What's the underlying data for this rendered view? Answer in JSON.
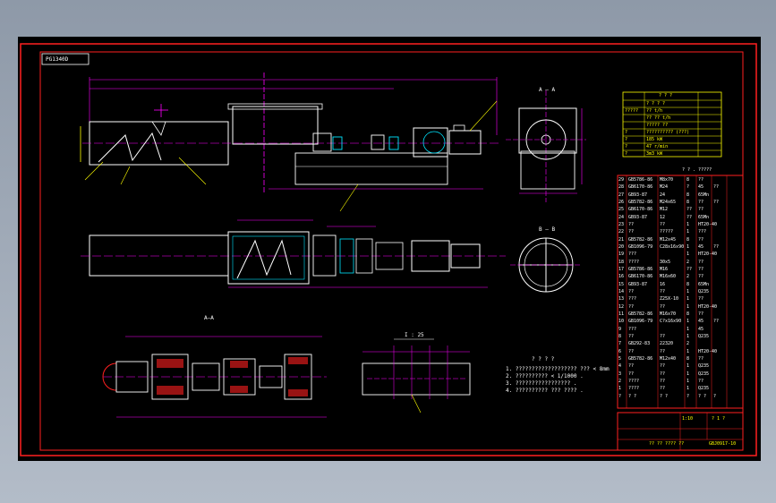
{
  "colors": {
    "background": "#000000",
    "frame": "#ff2020",
    "outline": "#ffffff",
    "dimension": "#ff00ff",
    "annotation": "#ffff00",
    "cyan": "#00e5ff",
    "green": "#00ff66",
    "viewport_bg": "#a8b1bd"
  },
  "drawing": {
    "stamp_label": "PG1340D",
    "section_a": "A — A",
    "section_view_label": "A—A",
    "section_b": "B — B",
    "detail_scale": "I : 25",
    "notes_title": "? ? ? ?",
    "notes": [
      "1. ??????????????????? ??? < 8mm",
      "2. ?????????? < 1/1000 .",
      "3. ????????????????? .",
      "4. ?????????? ??? ???? ."
    ],
    "specs_title": "? ? ?",
    "specs": [
      [
        "",
        "? ? ? ?",
        ""
      ],
      [
        "?????",
        "?? t/h",
        ""
      ],
      [
        "",
        "?? ?? t/h",
        ""
      ],
      [
        "",
        "????? ??",
        ""
      ],
      [
        "?",
        "?????????? (???)",
        ""
      ],
      [
        "?",
        "185 kW",
        ""
      ],
      [
        "?",
        "47 r/min",
        ""
      ],
      [
        "?",
        "3m3 kW",
        ""
      ]
    ],
    "bom_title": "? ? . ?????",
    "bom_rows": [
      [
        "29",
        "GB5786-86",
        "M8x70",
        "8",
        "??",
        ""
      ],
      [
        "28",
        "GB6170-86",
        "M24",
        "?",
        "45",
        "??"
      ],
      [
        "27",
        "GB93-87",
        "24",
        "8",
        "65Mn",
        ""
      ],
      [
        "26",
        "GB5782-86",
        "M24x65",
        "8",
        "??",
        "??"
      ],
      [
        "25",
        "GB6170-86",
        "M12",
        "??",
        "??",
        ""
      ],
      [
        "24",
        "GB93-87",
        "12",
        "??",
        "65Mn",
        ""
      ],
      [
        "23",
        "??",
        "??",
        "1",
        "HT20-40",
        ""
      ],
      [
        "22",
        "??",
        "?????",
        "1",
        "???",
        ""
      ],
      [
        "21",
        "GB5782-86",
        "M12x45",
        "8",
        "??",
        ""
      ],
      [
        "20",
        "GB1096-79",
        "C28x16x90",
        "1",
        "45",
        "??"
      ],
      [
        "19",
        "???",
        "",
        "1",
        "HT20-40",
        ""
      ],
      [
        "18",
        "????",
        "30x5",
        "2",
        "??",
        ""
      ],
      [
        "17",
        "GB5786-86",
        "M16",
        "??",
        "??",
        ""
      ],
      [
        "16",
        "GB6170-86",
        "M16x60",
        "2",
        "??",
        ""
      ],
      [
        "15",
        "GB93-87",
        "16",
        "8",
        "65Mn",
        ""
      ],
      [
        "14",
        "??",
        "??",
        "1",
        "Q235",
        ""
      ],
      [
        "13",
        "???",
        "Z25X-10",
        "1",
        "??",
        ""
      ],
      [
        "12",
        "??",
        "??",
        "1",
        "HT20-40",
        ""
      ],
      [
        "11",
        "GB5782-86",
        "M16x70",
        "8",
        "??",
        ""
      ],
      [
        "10",
        "GB1096-79",
        "C?x16x90",
        "1",
        "45",
        "??"
      ],
      [
        "9",
        "???",
        "",
        "1",
        "45",
        ""
      ],
      [
        "8",
        "??",
        "??",
        "1",
        "Q235",
        ""
      ],
      [
        "7",
        "GB292-83",
        "22320",
        "2",
        "",
        ""
      ],
      [
        "6",
        "??",
        "??",
        "1",
        "HT20-40",
        ""
      ],
      [
        "5",
        "GB5782-86",
        "M12x40",
        "8",
        "??",
        ""
      ],
      [
        "4",
        "??",
        "??",
        "1",
        "Q235",
        ""
      ],
      [
        "3",
        "??",
        "??",
        "1",
        "Q235",
        ""
      ],
      [
        "2",
        "????",
        "??",
        "1",
        "??",
        ""
      ],
      [
        "1",
        "????",
        "??",
        "1",
        "Q235",
        ""
      ]
    ],
    "bom_header": [
      "?",
      "? ?",
      "? ?",
      "?",
      "? ?",
      "?"
    ],
    "title_block": {
      "name": "?? ?? ???? ??",
      "drawing_no": "GBJ0917-10",
      "scale": "1:10",
      "sheet": "? 1 ?"
    }
  }
}
